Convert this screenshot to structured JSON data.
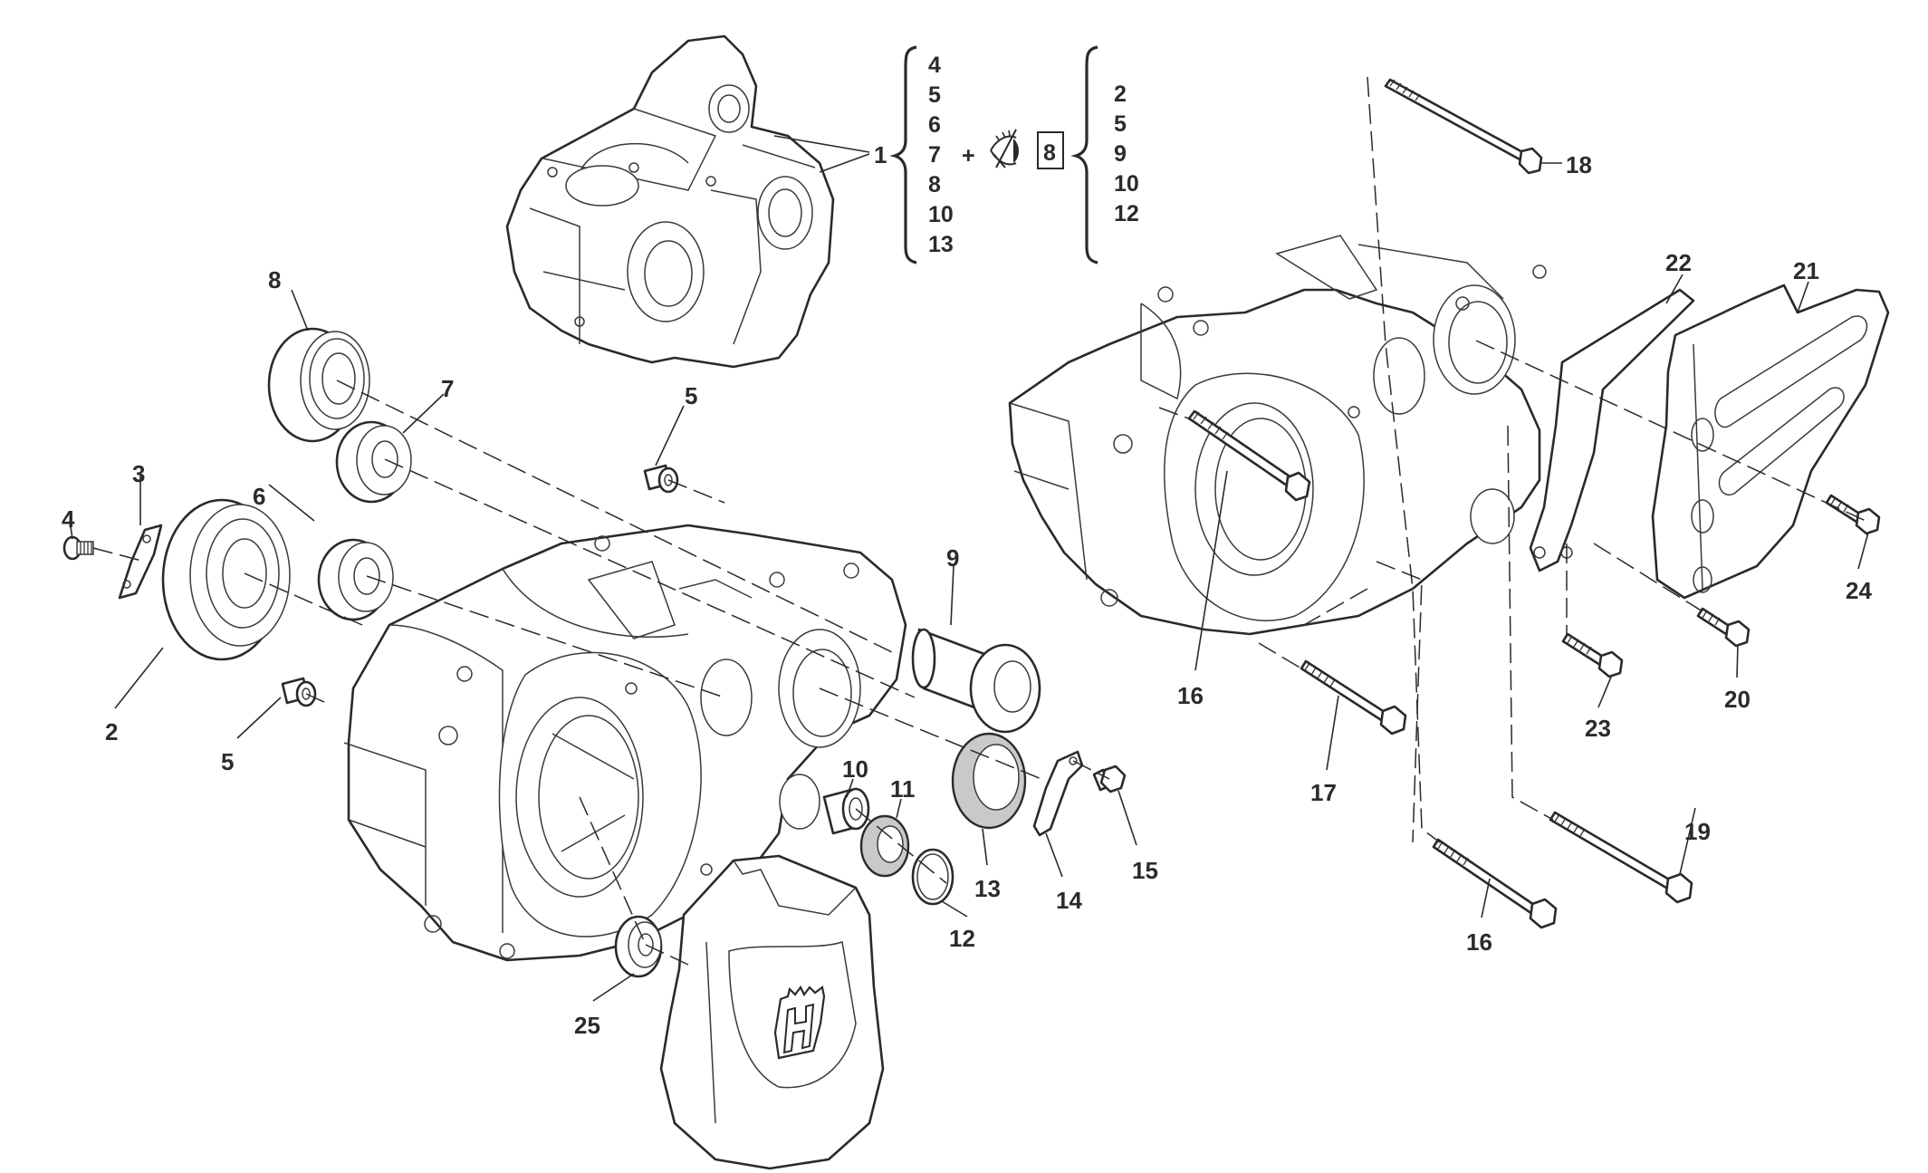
{
  "diagram": {
    "title": "Crankcase exploded parts view",
    "brand_logo": "husqvarna-crown-h",
    "line_color": "#2a2a2a",
    "seal_fill": "#c9c9c9",
    "assembly_callout": {
      "assembly_number": "1",
      "includes": [
        "4",
        "5",
        "6",
        "7",
        "8",
        "10",
        "13"
      ],
      "plus_sign": "+",
      "symbol": "see-reference-eye-icon",
      "reference_box": "8",
      "reference_includes": [
        "2",
        "5",
        "9",
        "10",
        "12"
      ]
    },
    "part_labels": {
      "p2": "2",
      "p3": "3",
      "p4": "4",
      "p5a": "5",
      "p5b": "5",
      "p6": "6",
      "p7": "7",
      "p8": "8",
      "p9": "9",
      "p10": "10",
      "p11": "11",
      "p12": "12",
      "p13": "13",
      "p14": "14",
      "p15": "15",
      "p16a": "16",
      "p16b": "16",
      "p17": "17",
      "p18": "18",
      "p19": "19",
      "p20": "20",
      "p21": "21",
      "p22": "22",
      "p23": "23",
      "p24": "24",
      "p25": "25"
    }
  }
}
